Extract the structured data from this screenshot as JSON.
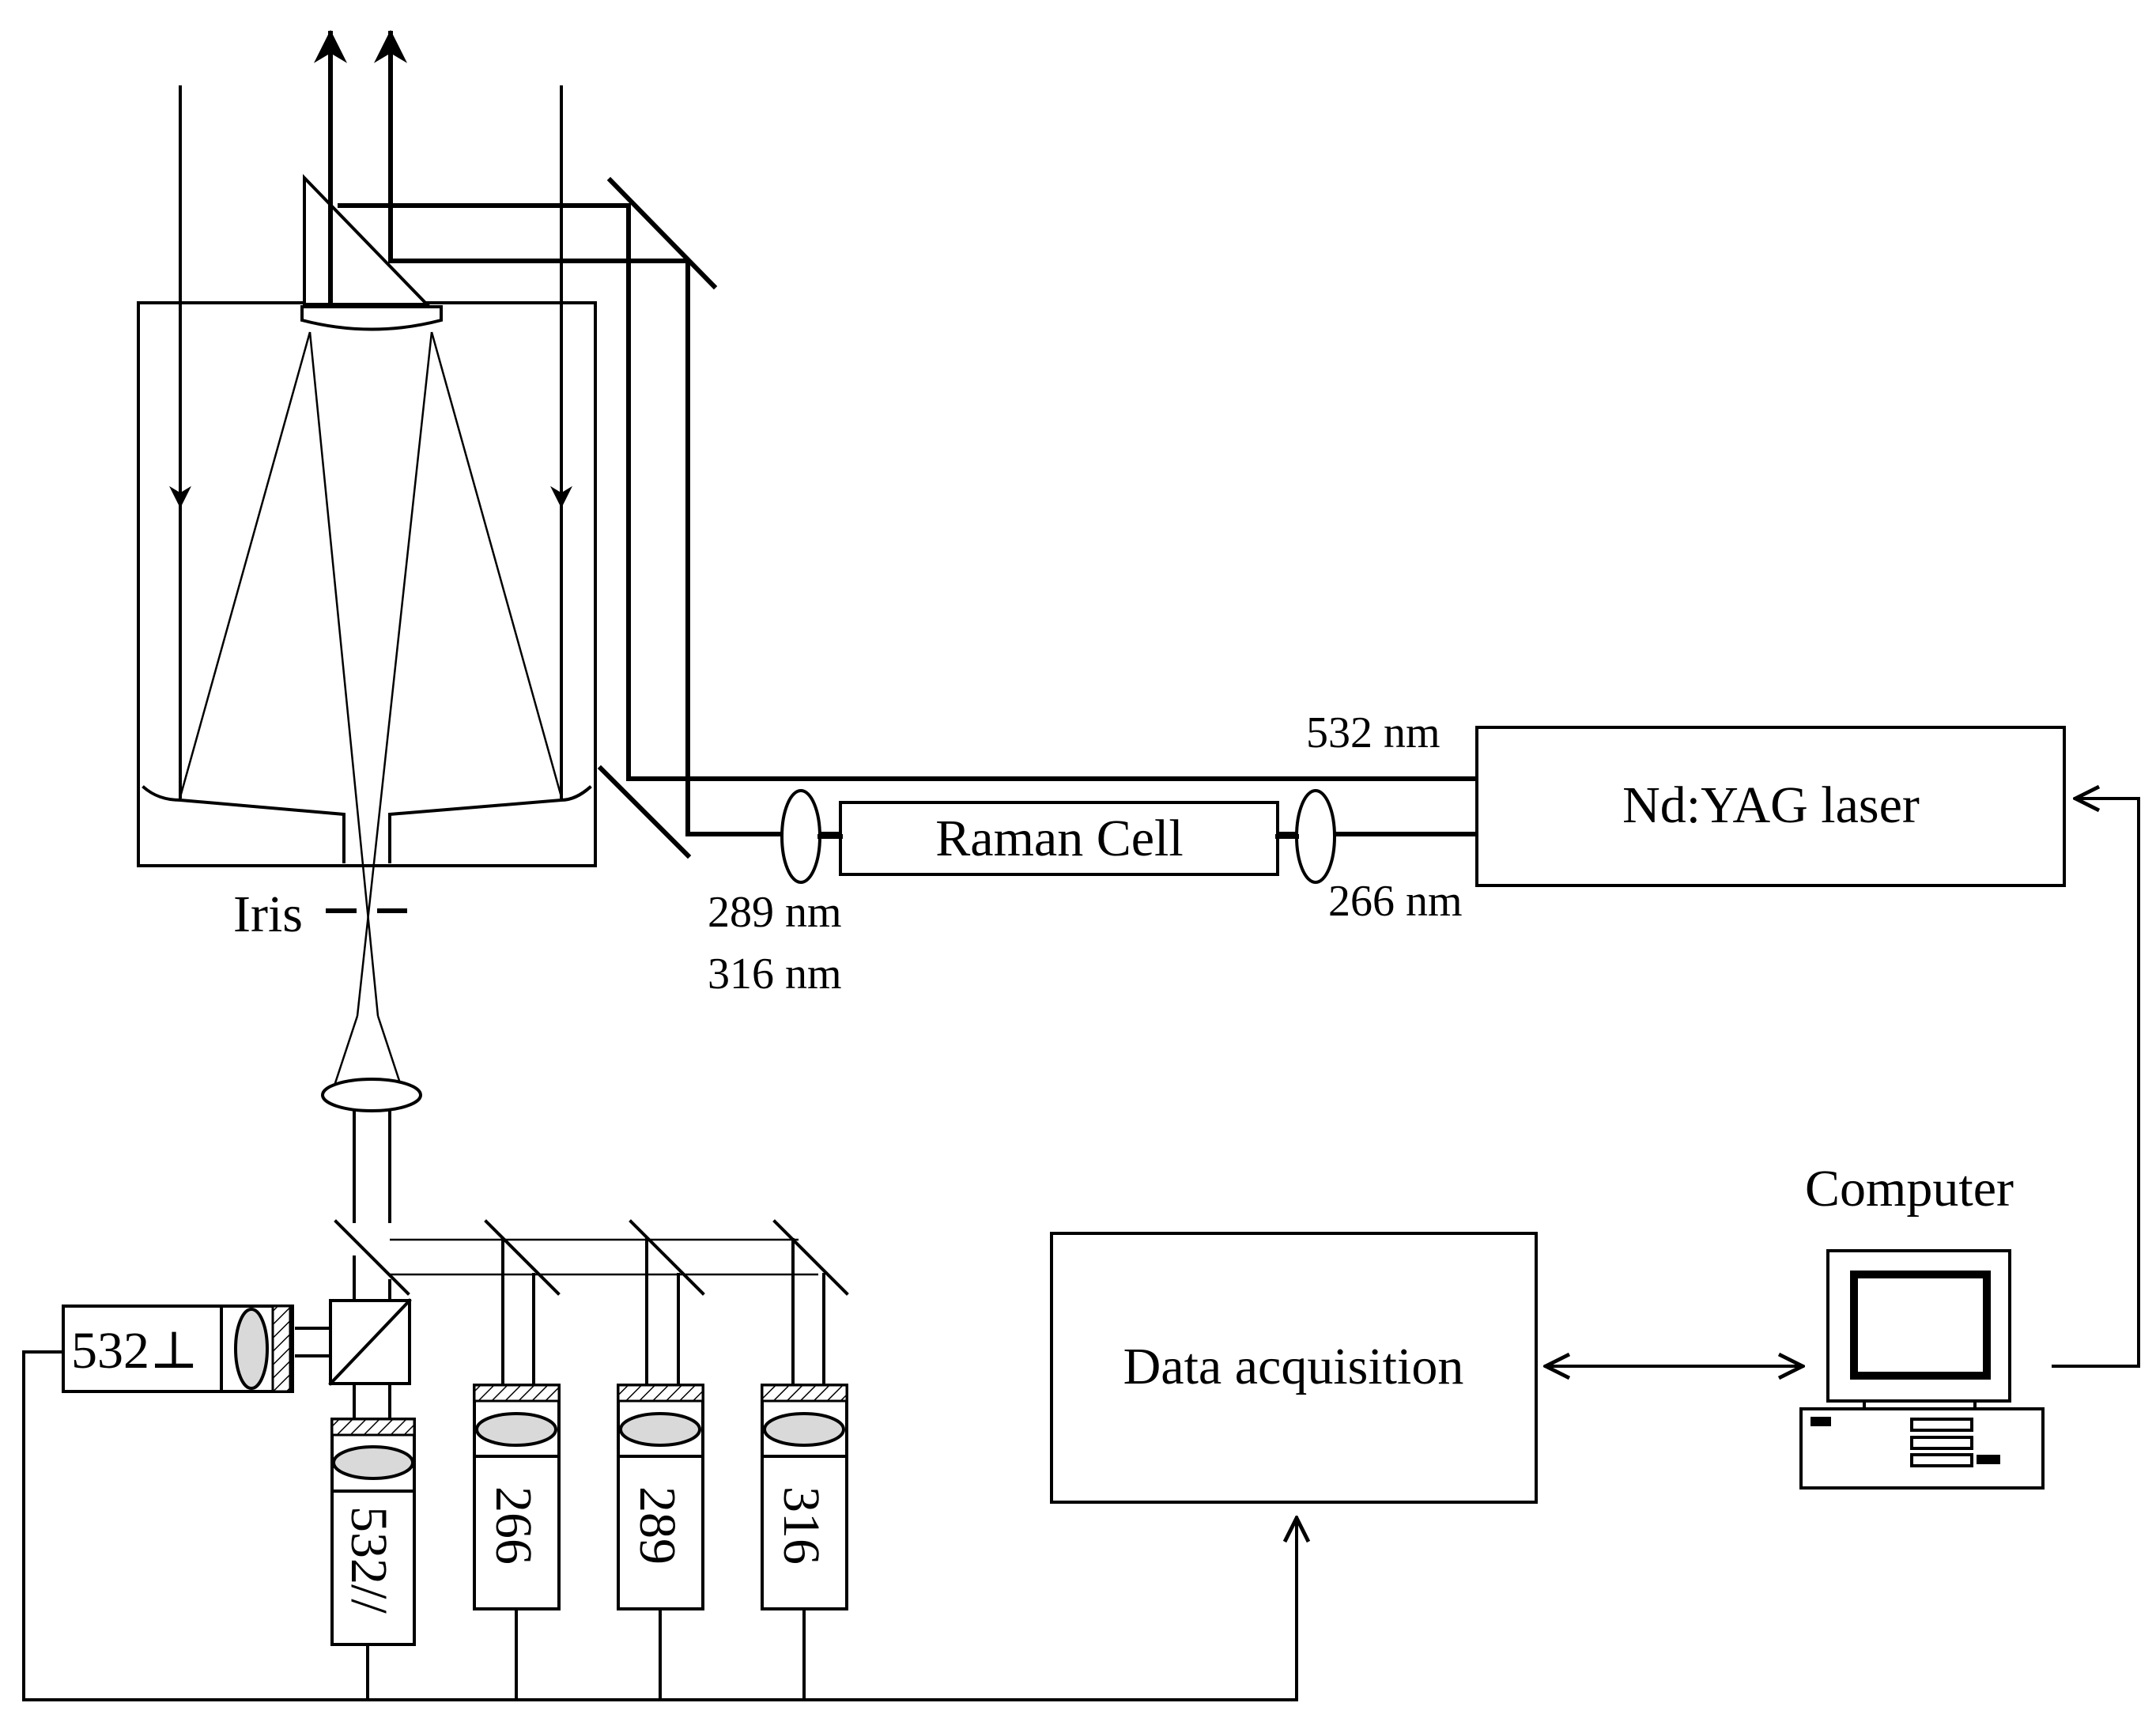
{
  "labels": {
    "laser": "Nd:YAG laser",
    "raman_cell": "Raman Cell",
    "data_acquisition": "Data acquisition",
    "computer": "Computer",
    "iris": "Iris",
    "wl_532": "532 nm",
    "wl_266": "266 nm",
    "wl_289": "289 nm",
    "wl_316": "316 nm"
  },
  "detectors": {
    "perp": "532⊥",
    "par": "532//",
    "d266": "266",
    "d289": "289",
    "d316": "316"
  }
}
